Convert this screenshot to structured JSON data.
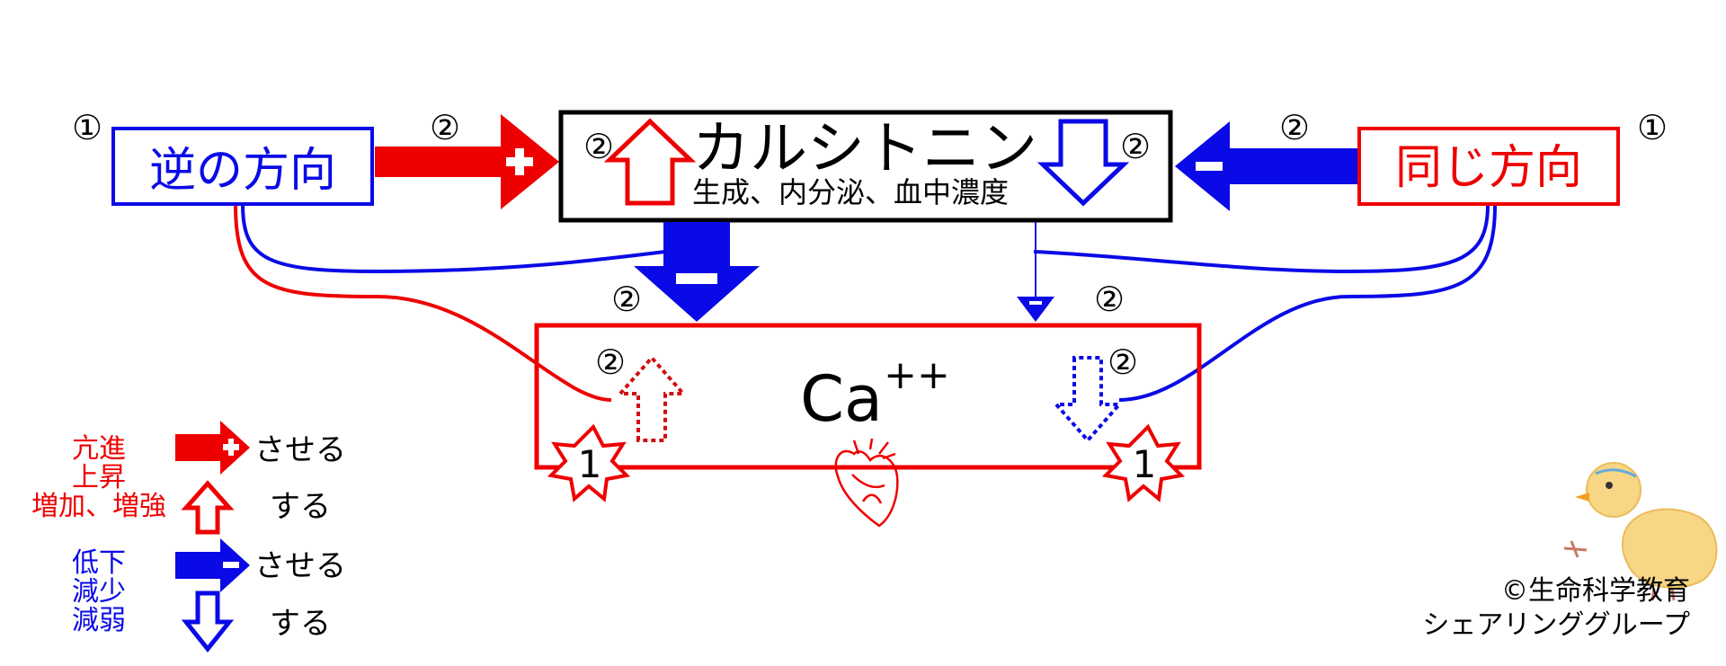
{
  "colors": {
    "red": "#ee0000",
    "blue": "#0a0ae6",
    "black": "#000000"
  },
  "boxes": {
    "opposite": "逆の方向",
    "same": "同じ方向",
    "calcitonin_title": "カルシトニン",
    "calcitonin_sub": "生成、内分泌、血中濃度",
    "calcium": "Ca",
    "calcium_sup": "++"
  },
  "markers": {
    "one": "①",
    "two": "②",
    "burst": "1"
  },
  "signs": {
    "plus": "+",
    "minus": "−"
  },
  "legend": {
    "red_label": [
      "亢進",
      "上昇",
      "増加、増強"
    ],
    "blue_label": [
      "低下",
      "減少",
      "減弱"
    ],
    "row1_text": "させる",
    "row2_text": "する",
    "row3_text": "させる",
    "row4_text": "する"
  },
  "copyright": [
    "©生命科学教育",
    "シェアリンググループ"
  ],
  "icons": [
    "heart-icon",
    "chick-illustration",
    "starburst-icon"
  ]
}
